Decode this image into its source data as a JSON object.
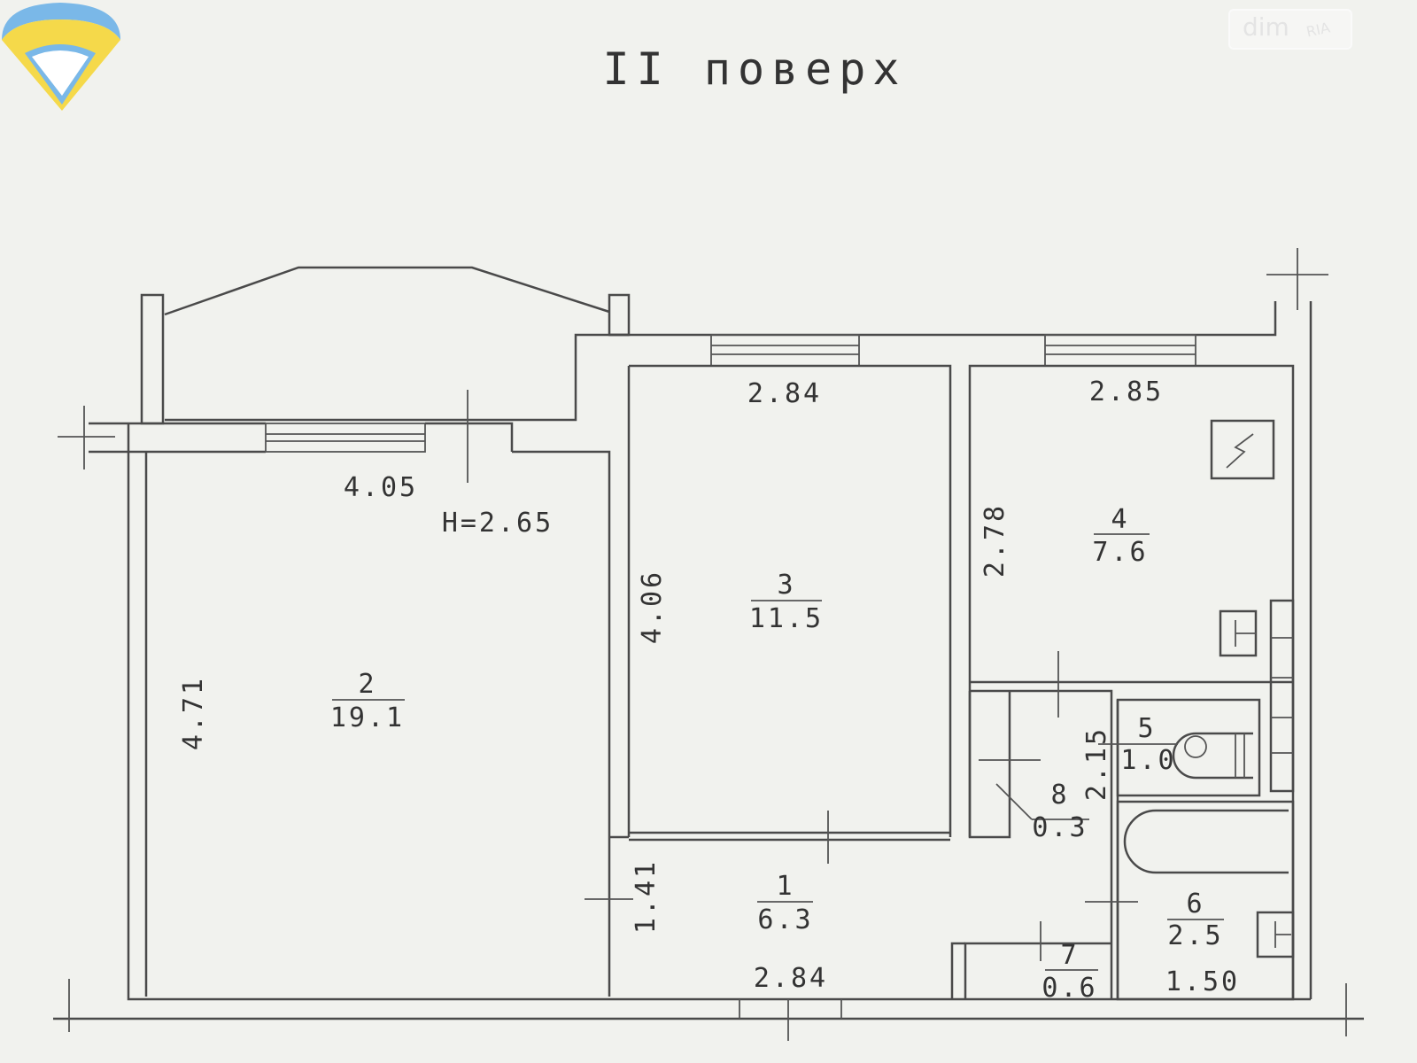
{
  "title": "II поверх",
  "watermark": {
    "left": "dim",
    "right": "RIA"
  },
  "logo_colors": {
    "top": "#f5d94a",
    "bottom": "#7ab8e8"
  },
  "rooms": [
    {
      "number": "1",
      "area": "6.3"
    },
    {
      "number": "2",
      "area": "19.1"
    },
    {
      "number": "3",
      "area": "11.5"
    },
    {
      "number": "4",
      "area": "7.6"
    },
    {
      "number": "5",
      "area": "1.0"
    },
    {
      "number": "6",
      "area": "2.5"
    },
    {
      "number": "7",
      "area": "0.6"
    },
    {
      "number": "8",
      "area": "0.3"
    }
  ],
  "dimensions": {
    "room2_width": "4.05",
    "ceiling_height": "H=2.65",
    "room2_length": "4.71",
    "room3_width": "2.84",
    "room3_length": "4.06",
    "room4_width": "2.85",
    "room4_length": "2.78",
    "wc_length": "2.15",
    "hall_depth": "1.41",
    "hall_width": "2.84",
    "bath_width": "1.50"
  }
}
